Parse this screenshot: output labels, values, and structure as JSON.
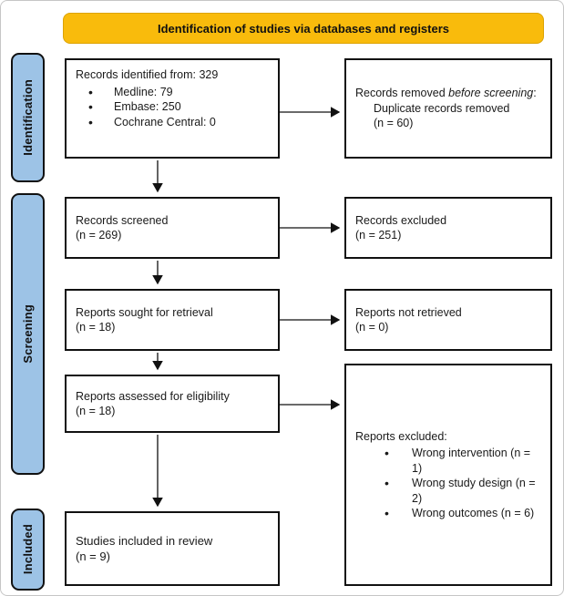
{
  "header": {
    "title": "Identification of studies via databases and registers"
  },
  "stages": [
    {
      "label": "Identification"
    },
    {
      "label": "Screening"
    },
    {
      "label": "Included"
    }
  ],
  "boxes": {
    "identified": {
      "title": "Records identified from: 329",
      "items": [
        "Medline: 79",
        "Embase: 250",
        "Cochrane Central: 0"
      ]
    },
    "removed": {
      "line1_prefix": "Records removed ",
      "line1_italic": "before screening",
      "line1_suffix": ":",
      "line2": "Duplicate records removed",
      "line3": "(n = 60)"
    },
    "screened": {
      "line1": "Records screened",
      "line2": "(n = 269)"
    },
    "records_excluded": {
      "line1": "Records excluded",
      "line2": "(n = 251)"
    },
    "sought": {
      "line1": "Reports sought for retrieval",
      "line2": "(n = 18)"
    },
    "not_retrieved": {
      "line1": "Reports not retrieved",
      "line2": "(n = 0)"
    },
    "assessed": {
      "line1": "Reports assessed for eligibility",
      "line2": "(n = 18)"
    },
    "reports_excluded": {
      "title": "Reports excluded:",
      "items": [
        "Wrong intervention (n = 1)",
        "Wrong study design (n = 2)",
        "Wrong outcomes (n = 6)"
      ]
    },
    "included": {
      "line1": "Studies included in review",
      "line2": "(n = 9)"
    }
  },
  "colors": {
    "header_bg": "#F9BB0C",
    "stage_bg": "#9DC3E6"
  }
}
